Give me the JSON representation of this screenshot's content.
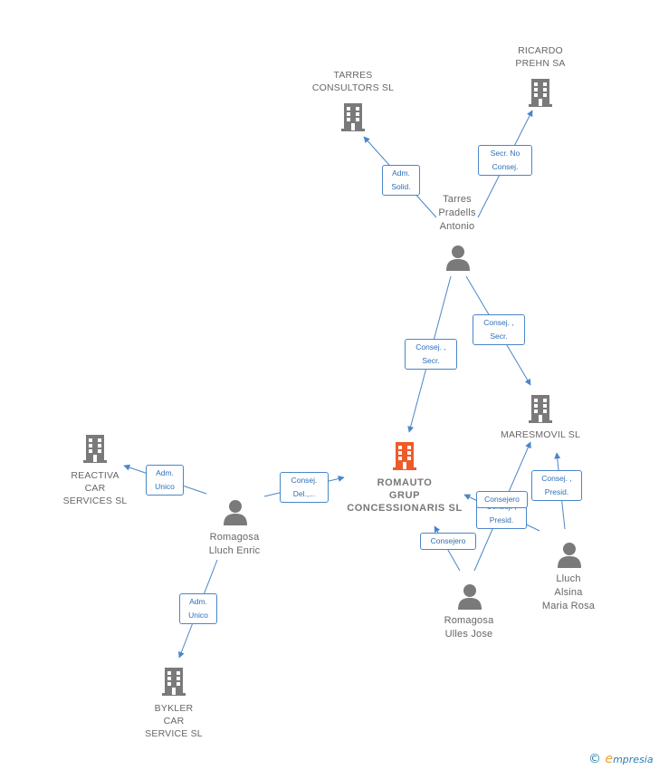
{
  "colors": {
    "edge": "#4a86c8",
    "company_icon": "#7a7a7a",
    "main_company_icon": "#f05a28",
    "person_icon": "#7a7a7a",
    "label_text": "#666666",
    "edge_label_text": "#2e6fb8"
  },
  "nodes": {
    "tarres_consultors": {
      "label": "TARRES\nCONSULTORS SL",
      "icon": "building-icon"
    },
    "ricardo_prehn": {
      "label": "RICARDO\nPREHN SA",
      "icon": "building-icon"
    },
    "tarres_pradells": {
      "label": "Tarres\nPradells\nAntonio",
      "icon": "person-icon"
    },
    "romauto": {
      "label": "ROMAUTO\nGRUP\nCONCESSIONARIS SL",
      "icon": "building-icon"
    },
    "maresmovil": {
      "label": "MARESMOVIL SL",
      "icon": "building-icon"
    },
    "reactiva": {
      "label": "REACTIVA\nCAR\nSERVICES SL",
      "icon": "building-icon"
    },
    "romagosa_lluch": {
      "label": "Romagosa\nLluch Enric",
      "icon": "person-icon"
    },
    "lluch_alsina": {
      "label": "Lluch\nAlsina\nMaria Rosa",
      "icon": "person-icon"
    },
    "romagosa_ulles": {
      "label": "Romagosa\nUlles Jose",
      "icon": "person-icon"
    },
    "bykler": {
      "label": "BYKLER\nCAR\nSERVICE SL",
      "icon": "building-icon"
    }
  },
  "edge_labels": {
    "e1": "Adm.\nSolid.",
    "e2": "Secr.  No\nConsej.",
    "e3": "Consej. ,\nSecr.",
    "e4": "Consej. ,\nSecr.",
    "e5": "Adm.\nUnico",
    "e6": "Consej.\nDel.,...",
    "e7": "Adm.\nUnico",
    "e8": "Consej. ,\nPresid.",
    "e9": "Consejero",
    "e10": "Consej. ,\nPresid.",
    "e11": "Consejero"
  },
  "footer": {
    "copyright": "©",
    "brand_initial": "e",
    "brand_rest": "mpresia"
  }
}
